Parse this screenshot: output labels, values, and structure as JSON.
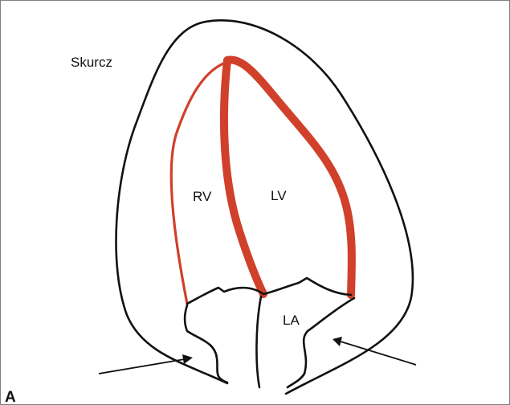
{
  "figure": {
    "phase_label": "Skurcz",
    "panel_label": "A",
    "chambers": {
      "right_ventricle": "RV",
      "left_ventricle": "LV",
      "left_atrium": "LA"
    }
  },
  "colors": {
    "outline": "#111111",
    "myocardium": "#d0402a",
    "background": "#ffffff",
    "frame": "#7f7f7f"
  }
}
